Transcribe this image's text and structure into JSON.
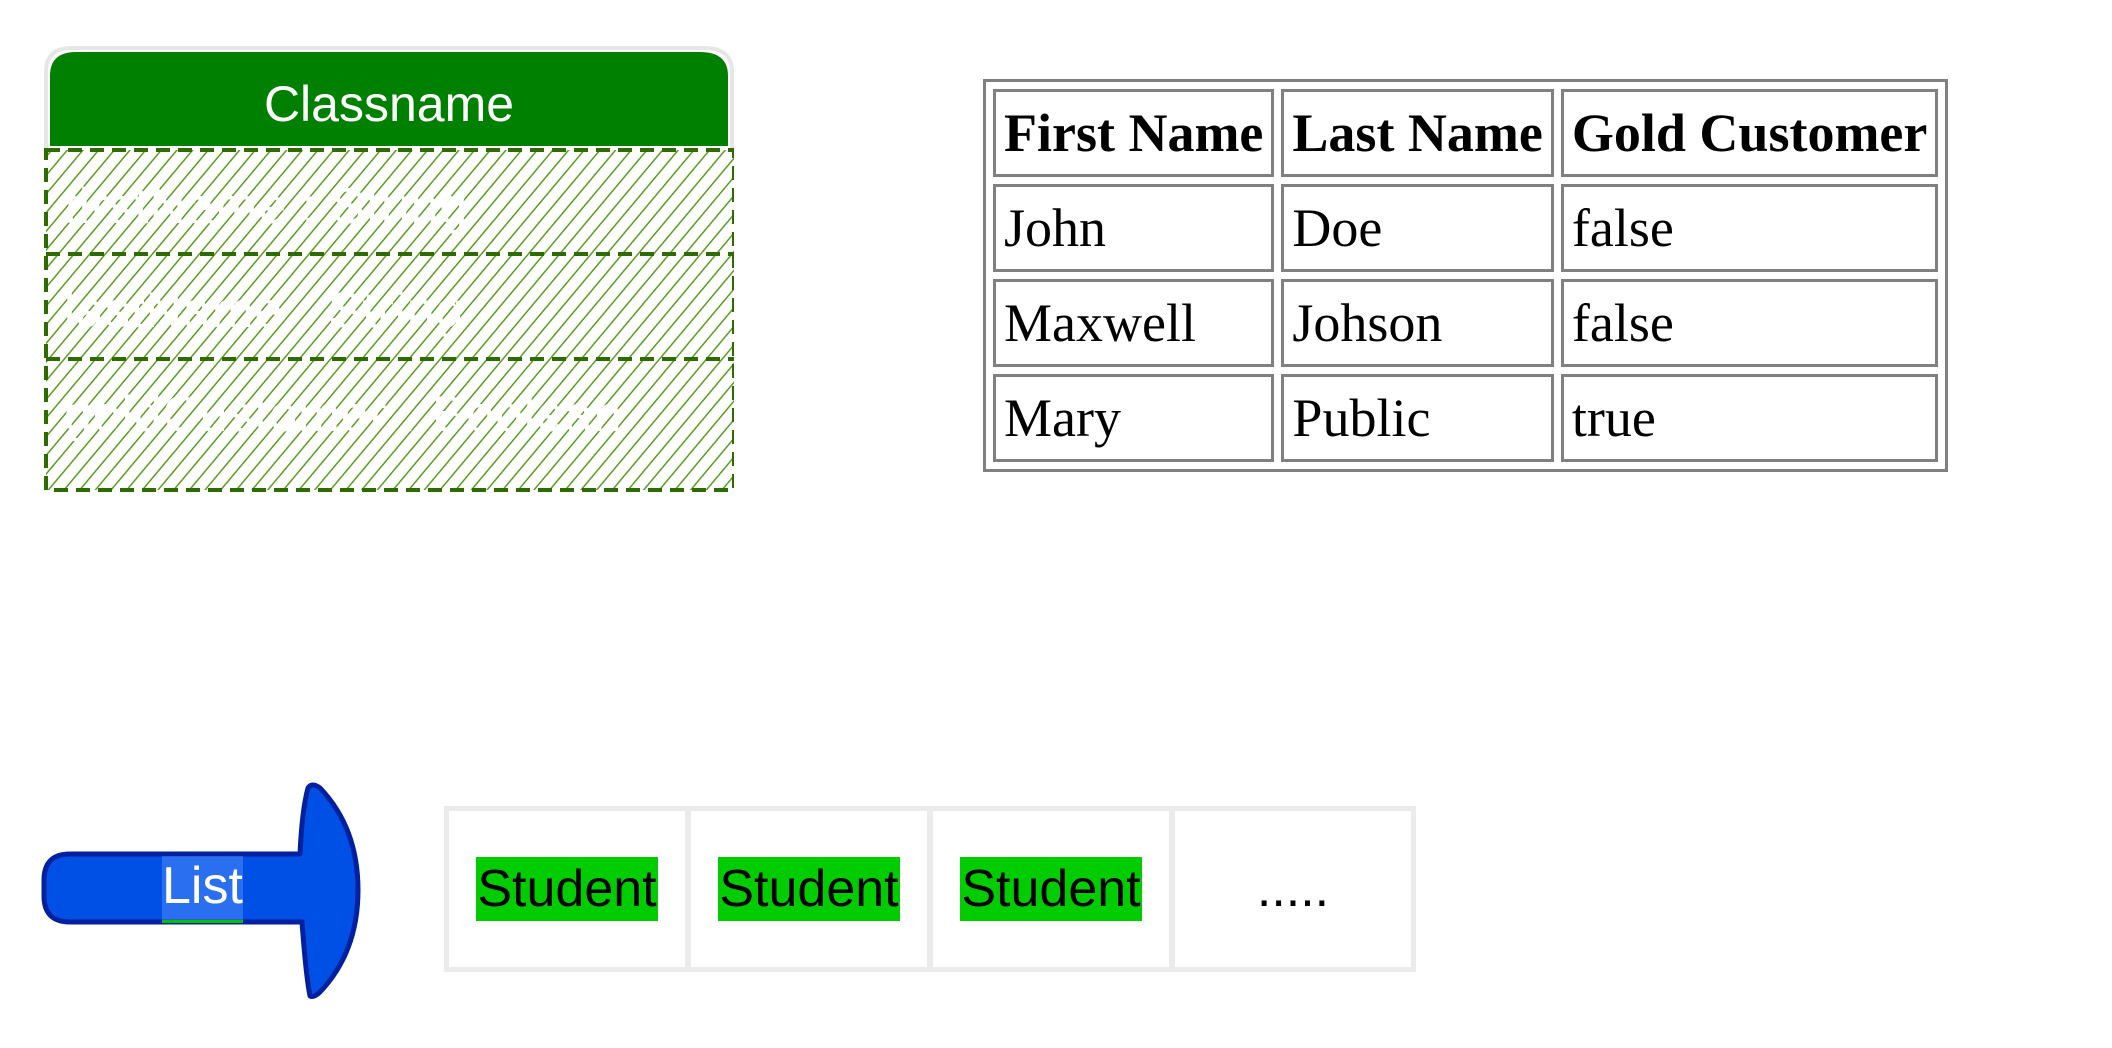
{
  "class_box": {
    "title": "Classname",
    "fields": [
      "firstName : String",
      "lastName : String",
      "goldCustomer : Boolean"
    ],
    "header_color": "#008000",
    "body_hatch_color": "#5a9e1f",
    "border_color": "#2e6b00"
  },
  "table": {
    "headers": [
      "First Name",
      "Last Name",
      "Gold Customer"
    ],
    "rows": [
      [
        "John",
        "Doe",
        "false"
      ],
      [
        "Maxwell",
        "Johson",
        "false"
      ],
      [
        "Mary",
        "Public",
        "true"
      ]
    ]
  },
  "list_arrow": {
    "label": "List",
    "fill_color": "#0050e6",
    "stroke_color": "#0020a0"
  },
  "student_list": {
    "items": [
      "Student",
      "Student",
      "Student"
    ],
    "ellipsis": ".....",
    "chip_color": "#00cc00"
  }
}
